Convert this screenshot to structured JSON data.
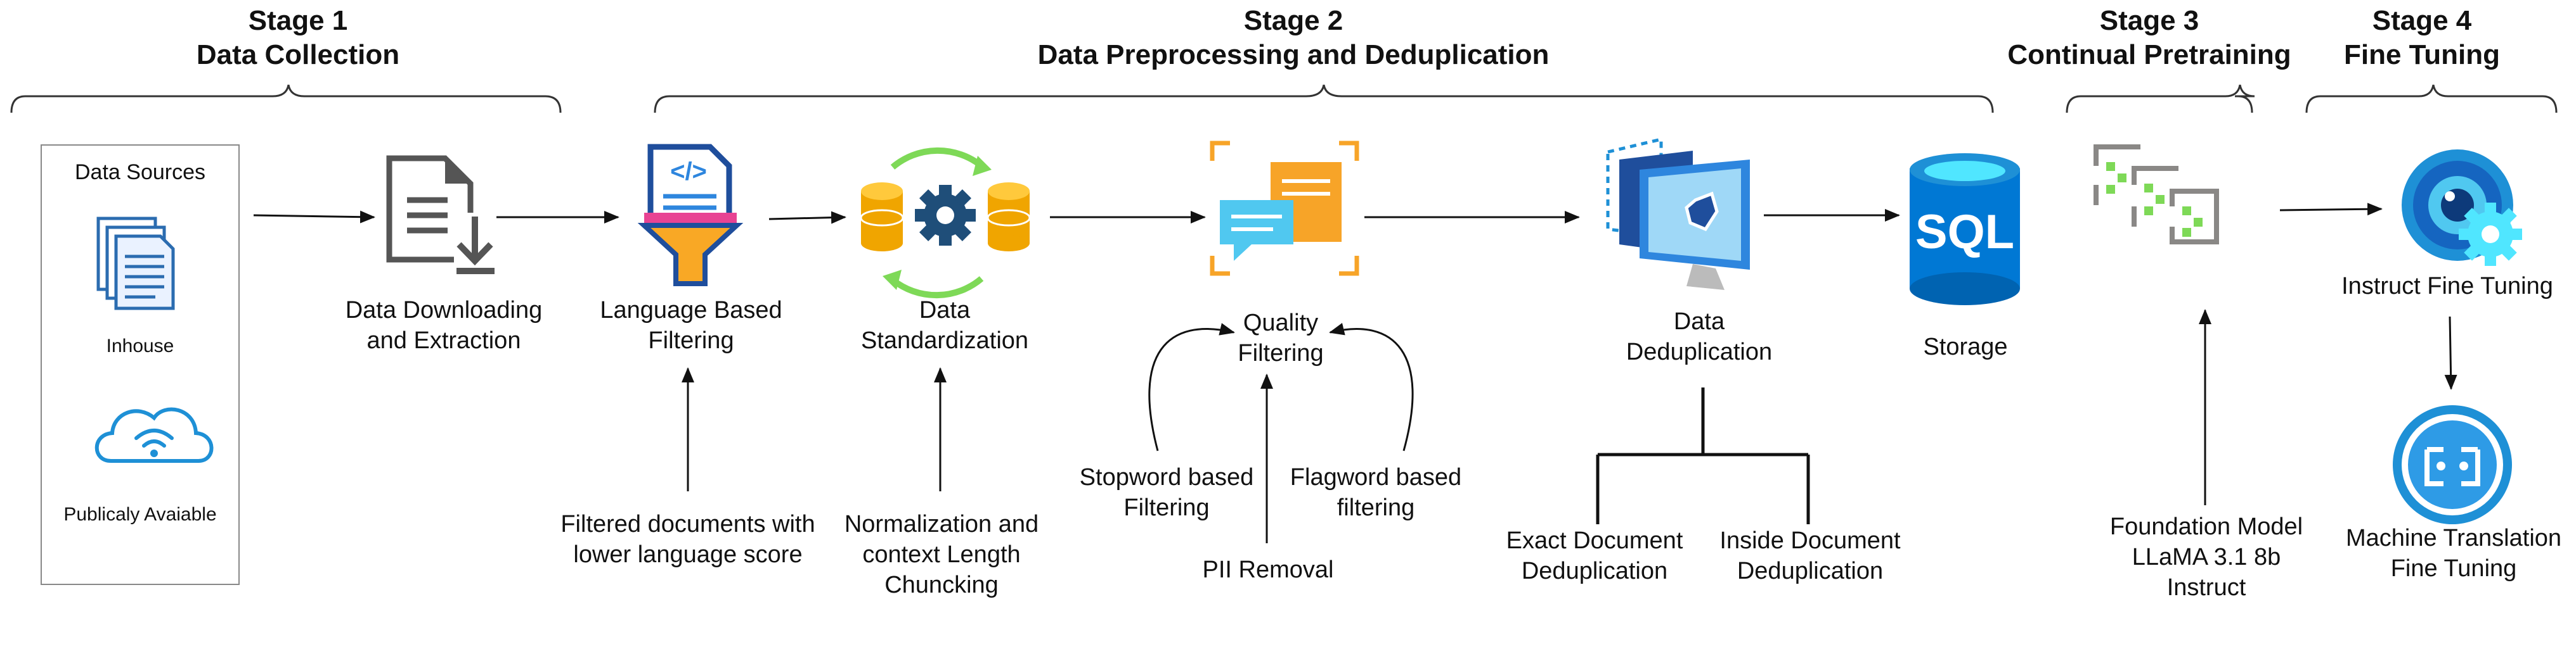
{
  "stages": [
    {
      "line1": "Stage 1",
      "line2": "Data Collection"
    },
    {
      "line1": "Stage 2",
      "line2": "Data Preprocessing and Deduplication"
    },
    {
      "line1": "Stage 3",
      "line2": "Continual Pretraining"
    },
    {
      "line1": "Stage 4",
      "line2": "Fine Tuning"
    }
  ],
  "sources": {
    "title": "Data Sources",
    "inhouse": "Inhouse",
    "public": "Publicaly Avaiable"
  },
  "nodes": {
    "download": [
      "Data Downloading",
      "and Extraction"
    ],
    "language": [
      "Language Based",
      "Filtering"
    ],
    "standardization": [
      "Data",
      "Standardization"
    ],
    "quality": [
      "Quality",
      "Filtering"
    ],
    "dedup": [
      "Data",
      "Deduplication"
    ],
    "storage": "Storage",
    "instruct": "Instruct Fine Tuning",
    "mt": [
      "Machine Translation",
      "Fine Tuning"
    ]
  },
  "notes": {
    "filtered_docs": [
      "Filtered documents with",
      "lower language score"
    ],
    "normalization": [
      "Normalization and",
      "context Length",
      "Chuncking"
    ],
    "stopword": [
      "Stopword based",
      "Filtering"
    ],
    "flagword": [
      "Flagword based",
      "filtering"
    ],
    "pii": "PII Removal",
    "exact_dedup": [
      "Exact Document",
      "Deduplication"
    ],
    "inside_dedup": [
      "Inside Document",
      "Deduplication"
    ],
    "foundation": [
      "Foundation Model",
      "LLaMA 3.1 8b",
      "Instruct"
    ]
  },
  "icons": {
    "document": "document-download-icon",
    "filter": "code-funnel-icon",
    "standardize": "database-gear-sync-icon",
    "quality": "chat-bubbles-icon",
    "dedup": "stacked-monitors-icon",
    "storage": "sql-database-icon",
    "pretrain": "code-blocks-icon",
    "instruct": "gear-target-icon",
    "mt": "bot-face-icon",
    "inhouse": "documents-icon",
    "public": "cloud-wifi-icon",
    "sql_text": "SQL"
  },
  "colors": {
    "blue": "#0078d4",
    "light_blue": "#50e6ff",
    "orange": "#f7a428",
    "gold": "#e8a317",
    "green": "#7ed957",
    "gray": "#8a8886",
    "dark": "#333333"
  }
}
